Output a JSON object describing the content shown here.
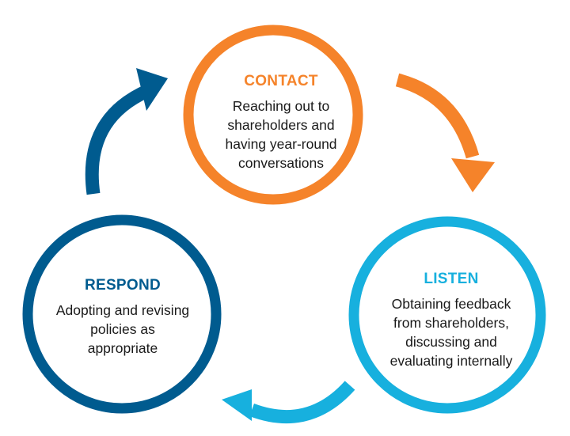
{
  "colors": {
    "contact": "#f5832a",
    "listen": "#17b0de",
    "respond": "#005b8f"
  },
  "nodes": {
    "contact": {
      "title": "CONTACT",
      "lines": [
        "Reaching out to",
        "shareholders and",
        "having year-round",
        "conversations"
      ]
    },
    "listen": {
      "title": "LISTEN",
      "lines": [
        "Obtaining feedback",
        "from shareholders,",
        "discussing and",
        "evaluating internally"
      ]
    },
    "respond": {
      "title": "RESPOND",
      "lines": [
        "Adopting and revising",
        "policies as",
        "appropriate"
      ]
    }
  },
  "arrows": [
    {
      "from": "contact",
      "to": "listen",
      "color_key": "contact"
    },
    {
      "from": "listen",
      "to": "respond",
      "color_key": "listen"
    },
    {
      "from": "respond",
      "to": "contact",
      "color_key": "respond"
    }
  ]
}
